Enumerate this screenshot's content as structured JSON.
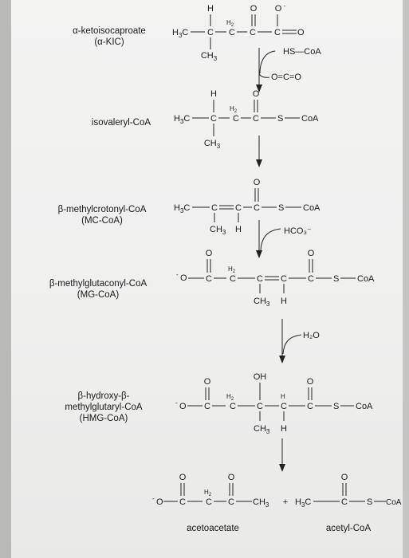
{
  "labels": {
    "kic": {
      "name": "α-ketoisocaproate",
      "abbr": "(α-KIC)"
    },
    "isovaleryl": {
      "name": "isovaleryl-CoA"
    },
    "mc": {
      "name": "β-methylcrotonyl-CoA",
      "abbr": "(MC-CoA)"
    },
    "mg": {
      "name": "β-methylglutaconyl-CoA",
      "abbr": "(MG-CoA)"
    },
    "hmg": {
      "line1": "β-hydroxy-β-",
      "line2": "methylglutaryl-CoA",
      "abbr": "(HMG-CoA)"
    },
    "acetoacetate": "acetoacetate",
    "acetylcoa": "acetyl-CoA"
  },
  "reactants": {
    "step1_in": "HS—CoA",
    "step1_out": "O=C=O",
    "step3_in": "HCO₃⁻",
    "step4_in": "H₂O"
  },
  "plus": "+"
}
